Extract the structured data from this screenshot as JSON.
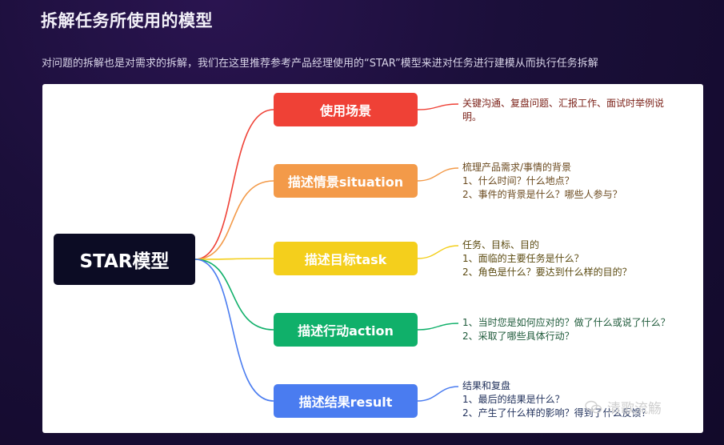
{
  "page": {
    "title": "拆解任务所使用的模型",
    "intro": "对问题的拆解也是对需求的拆解，我们在这里推荐参考产品经理使用的“STAR”模型来进对任务进行建模从而执行任务拆解"
  },
  "diagram": {
    "root": {
      "label": "STAR模型",
      "color": "#0c0c24"
    },
    "branches": [
      {
        "label": "使用场景",
        "color": "#ef4136",
        "note": "关键沟通、复盘问题、汇报工作、面试时举例说\n明。",
        "note_color": "#7a1f16"
      },
      {
        "label": "描述情景situation",
        "color": "#f39a49",
        "note": "梳理产品需求/事情的背景\n1、什么时间？什么地点？\n2、事件的背景是什么？哪些人参与？",
        "note_color": "#6b4a1f"
      },
      {
        "label": "描述目标task",
        "color": "#f4cf1c",
        "note": "任务、目标、目的\n1、面临的主要任务是什么？\n2、角色是什么？要达到什么样的目的？",
        "note_color": "#5b4a10"
      },
      {
        "label": "描述行动action",
        "color": "#10b06a",
        "note": "1、当时您是如何应对的？做了什么或说了什么？\n2、采取了哪些具体行动？",
        "note_color": "#1e5a3a"
      },
      {
        "label": "描述结果result",
        "color": "#4a7cf0",
        "note": "结果和复盘\n1、最后的结果是什么？\n2、产生了什么样的影响？得到了什么反馈？",
        "note_color": "#1f2f5a"
      }
    ],
    "watermark": "清歌流觞"
  }
}
